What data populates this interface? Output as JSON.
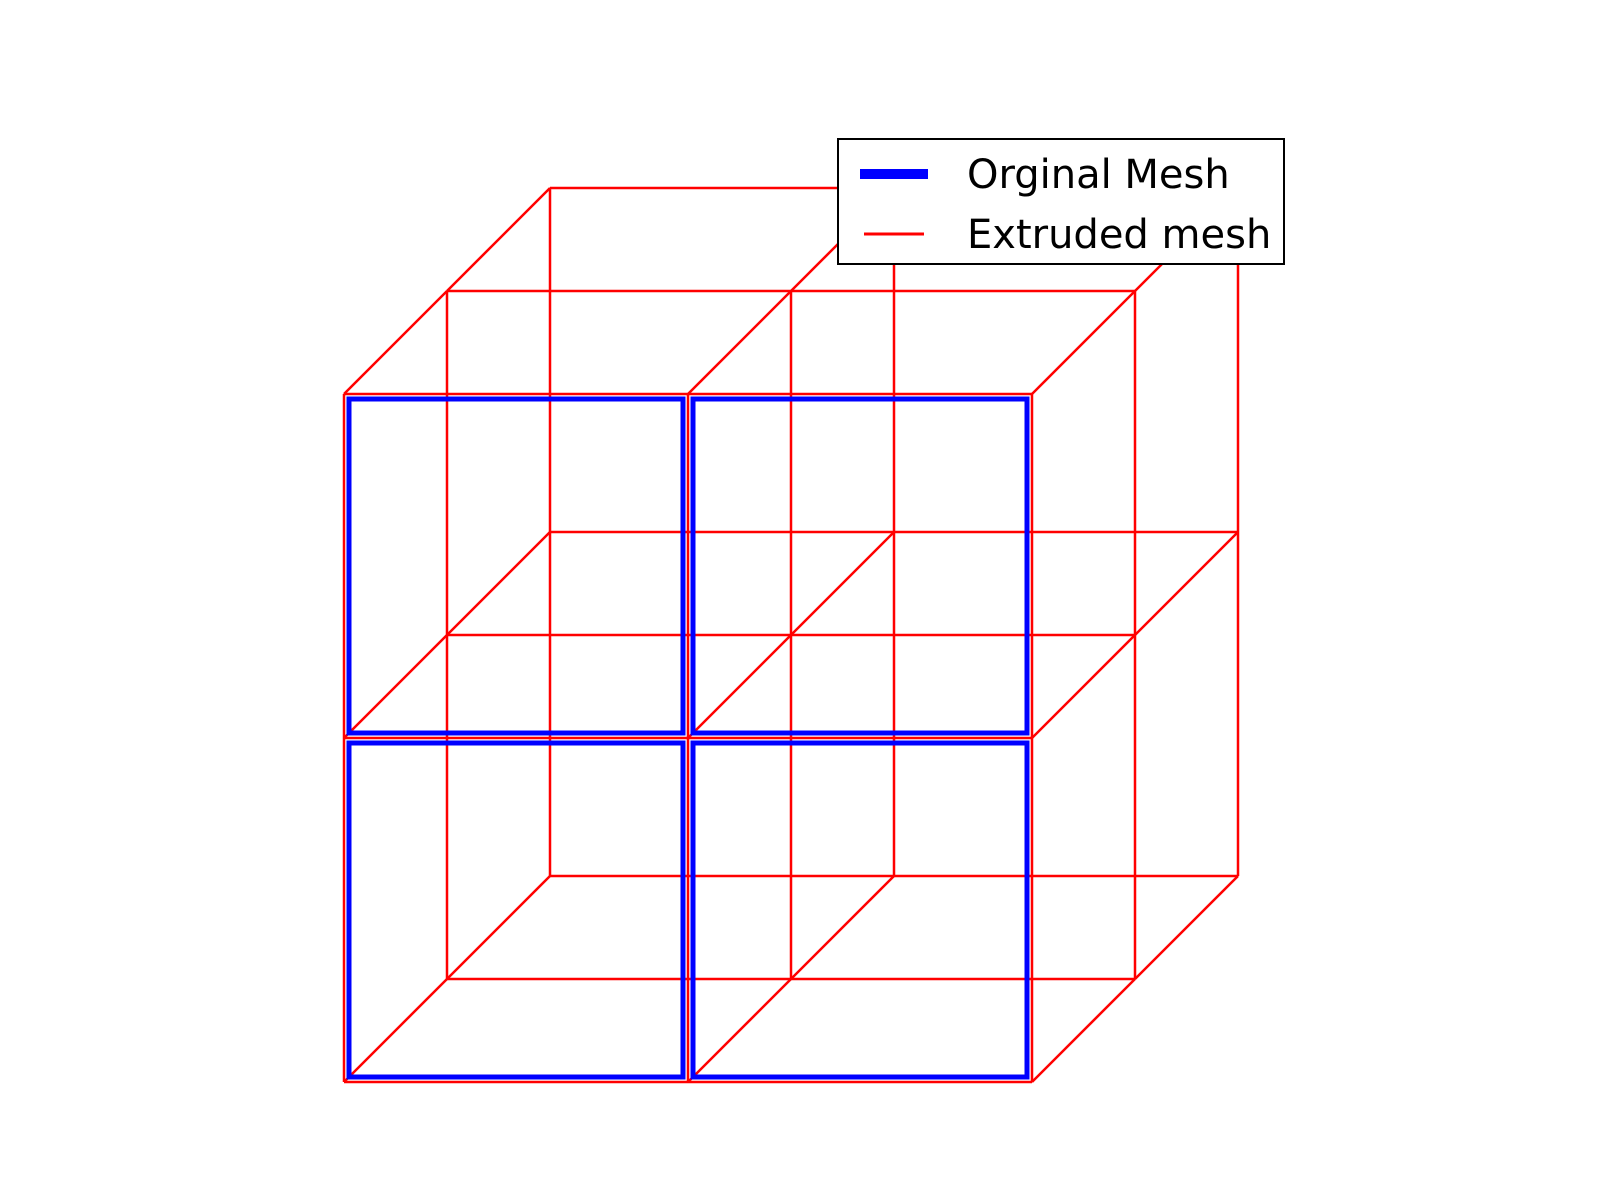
{
  "diagram": {
    "type": "mesh-extrusion-wireframe",
    "grid": {
      "cells_x": 2,
      "cells_y": 2,
      "extrusion_layers": 2
    },
    "series": [
      {
        "key": "original",
        "label": "Orginal Mesh",
        "color": "#0000ff"
      },
      {
        "key": "extruded",
        "label": "Extruded mesh",
        "color": "#ff0000"
      }
    ],
    "legend": {
      "placement": "top-right",
      "entries": [
        "Orginal Mesh",
        "Extruded mesh"
      ]
    }
  }
}
